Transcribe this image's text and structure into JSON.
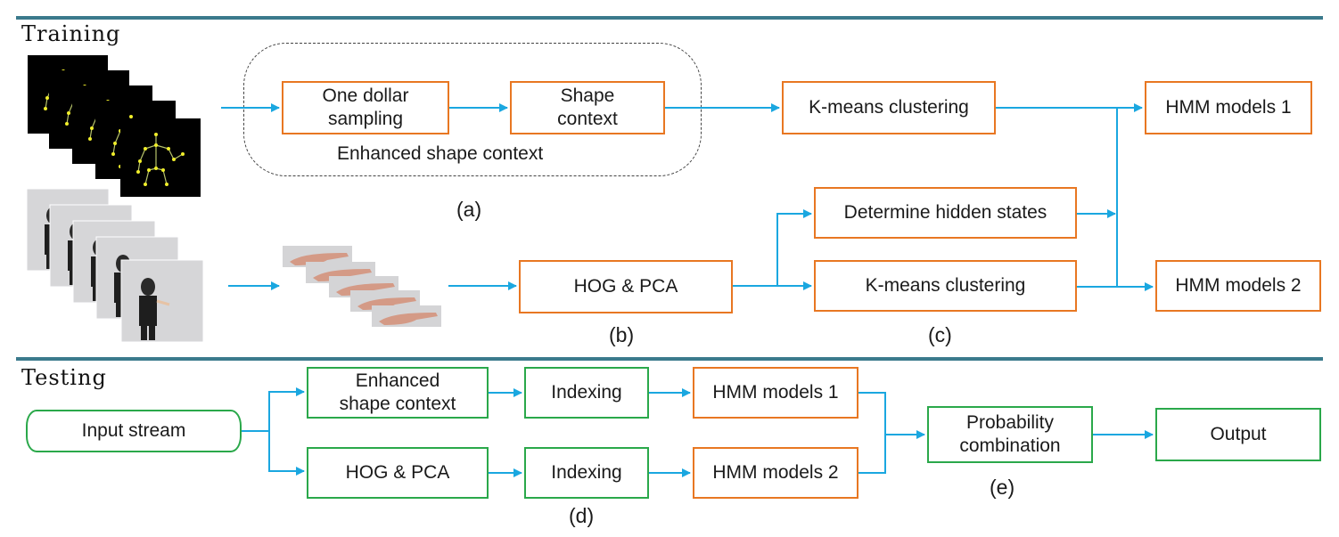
{
  "sections": {
    "training_title": "Training",
    "testing_title": "Testing"
  },
  "training": {
    "one_dollar_sampling": "One dollar sampling",
    "shape_context": "Shape context",
    "enhanced_shape_context": "Enhanced shape context",
    "kmeans_top": "K-means clustering",
    "hmm_models_1": "HMM models 1",
    "determine_hidden_states": "Determine hidden states",
    "kmeans_bottom": "K-means clustering",
    "hmm_models_2": "HMM models 2",
    "hog_pca": "HOG & PCA",
    "label_a": "(a)",
    "label_b": "(b)",
    "label_c": "(c)"
  },
  "testing": {
    "input_stream": "Input stream",
    "enhanced_shape_context_line1": "Enhanced",
    "enhanced_shape_context_line2": "shape context",
    "hog_pca": "HOG & PCA",
    "indexing_1": "Indexing",
    "indexing_2": "Indexing",
    "hmm_models_1": "HMM models 1",
    "hmm_models_2": "HMM models 2",
    "probability_line1": "Probability",
    "probability_line2": "combination",
    "output": "Output",
    "label_d": "(d)",
    "label_e": "(e)"
  },
  "colors": {
    "arrow": "#1aa7e0",
    "orange_box": "#e87722",
    "green_box": "#2aa84a",
    "separator": "#3b7a8c"
  }
}
